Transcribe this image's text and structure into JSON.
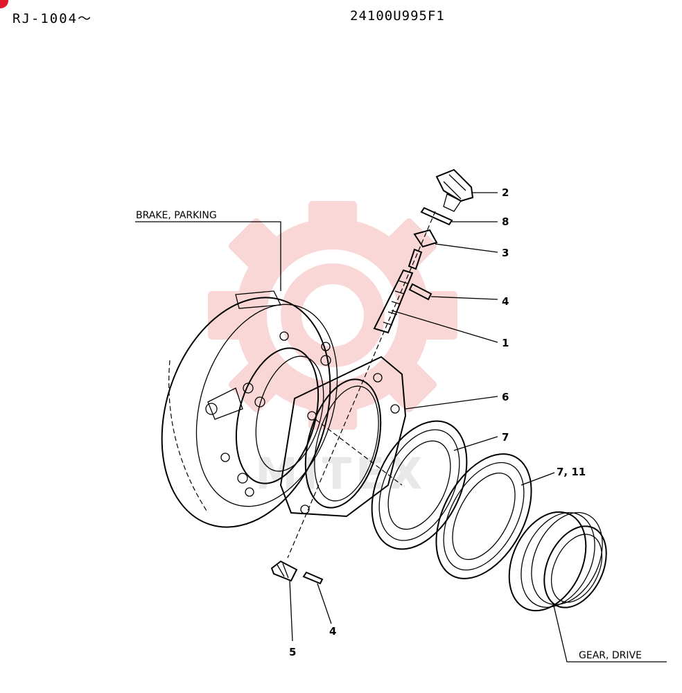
{
  "header": {
    "model_range": "RJ-1004～",
    "part_number": "24100U995F1"
  },
  "labels": {
    "brake_parking": "BRAKE, PARKING",
    "gear_drive": "GEAR, DRIVE"
  },
  "callouts": {
    "c1": "1",
    "c2": "2",
    "c3": "3",
    "c4_top": "4",
    "c4_bottom": "4",
    "c5": "5",
    "c6": "6",
    "c7": "7",
    "c7_11": "7, 11",
    "c8": "8"
  },
  "watermark": {
    "text": "MITEX",
    "color": "#f6b8b8"
  },
  "colors": {
    "corner_dot": "#e0182c",
    "line": "#000000"
  }
}
